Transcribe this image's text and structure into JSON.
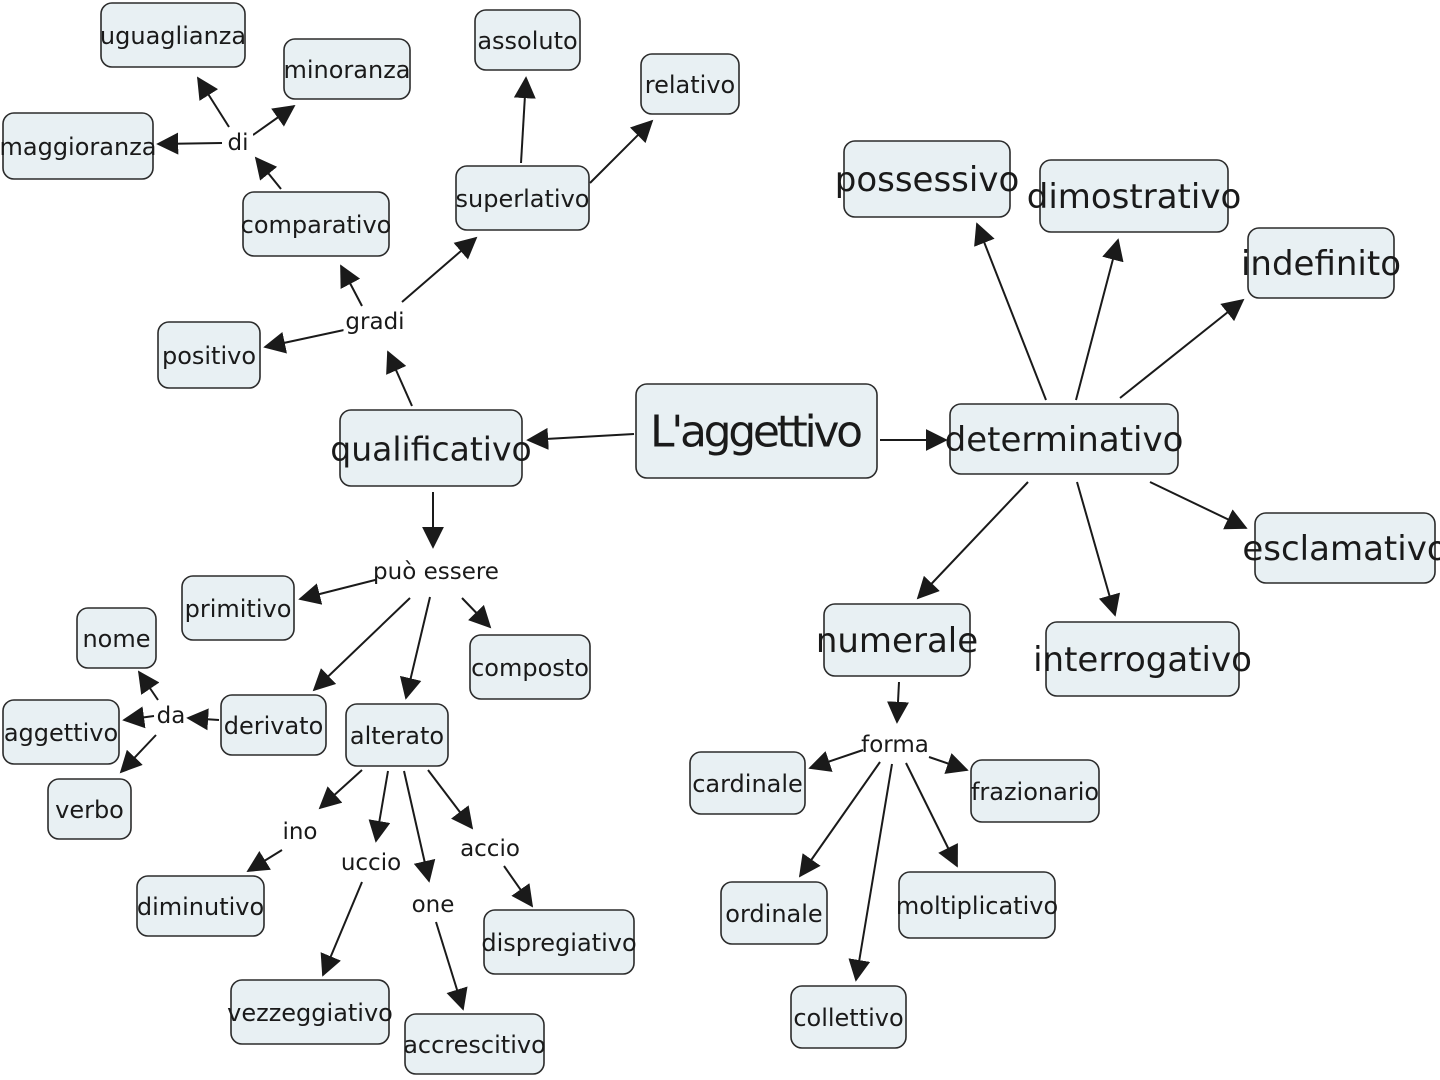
{
  "concept_map": {
    "root": "L'aggettivo",
    "nodes": {
      "root": "L'aggettivo",
      "qualificativo": "qualificativo",
      "determinativo": "determinativo",
      "positivo": "positivo",
      "comparativo": "comparativo",
      "superlativo": "superlativo",
      "maggioranza": "maggioranza",
      "uguaglianza": "uguaglianza",
      "minoranza": "minoranza",
      "assoluto": "assoluto",
      "relativo": "relativo",
      "primitivo": "primitivo",
      "composto": "composto",
      "derivato": "derivato",
      "alterato": "alterato",
      "nome": "nome",
      "aggettivo": "aggettivo",
      "verbo": "verbo",
      "diminutivo": "diminutivo",
      "vezzeggiativo": "vezzeggiativo",
      "accrescitivo": "accrescitivo",
      "dispregiativo": "dispregiativo",
      "possessivo": "possessivo",
      "dimostrativo": "dimostrativo",
      "indefinito": "indefinito",
      "esclamativo": "esclamativo",
      "interrogativo": "interrogativo",
      "numerale": "numerale",
      "cardinale": "cardinale",
      "frazionario": "frazionario",
      "ordinale": "ordinale",
      "moltiplicativo": "moltiplicativo",
      "collettivo": "collettivo"
    },
    "link_labels": {
      "gradi": "gradi",
      "di": "di",
      "puo_essere": "può essere",
      "da": "da",
      "ino": "ino",
      "uccio": "uccio",
      "one": "one",
      "accio": "accio",
      "forma": "forma"
    },
    "edges": [
      [
        "root",
        "qualificativo"
      ],
      [
        "root",
        "determinativo"
      ],
      [
        "qualificativo",
        "gradi"
      ],
      [
        "gradi",
        "positivo"
      ],
      [
        "gradi",
        "comparativo"
      ],
      [
        "gradi",
        "superlativo"
      ],
      [
        "comparativo",
        "di"
      ],
      [
        "di",
        "maggioranza"
      ],
      [
        "di",
        "uguaglianza"
      ],
      [
        "di",
        "minoranza"
      ],
      [
        "superlativo",
        "assoluto"
      ],
      [
        "superlativo",
        "relativo"
      ],
      [
        "qualificativo",
        "puo_essere"
      ],
      [
        "puo_essere",
        "primitivo"
      ],
      [
        "puo_essere",
        "composto"
      ],
      [
        "puo_essere",
        "derivato"
      ],
      [
        "puo_essere",
        "alterato"
      ],
      [
        "derivato",
        "da"
      ],
      [
        "da",
        "nome"
      ],
      [
        "da",
        "aggettivo"
      ],
      [
        "da",
        "verbo"
      ],
      [
        "alterato",
        "ino"
      ],
      [
        "ino",
        "diminutivo"
      ],
      [
        "alterato",
        "uccio"
      ],
      [
        "uccio",
        "vezzeggiativo"
      ],
      [
        "alterato",
        "one"
      ],
      [
        "one",
        "accrescitivo"
      ],
      [
        "alterato",
        "accio"
      ],
      [
        "accio",
        "dispregiativo"
      ],
      [
        "determinativo",
        "possessivo"
      ],
      [
        "determinativo",
        "dimostrativo"
      ],
      [
        "determinativo",
        "indefinito"
      ],
      [
        "determinativo",
        "esclamativo"
      ],
      [
        "determinativo",
        "interrogativo"
      ],
      [
        "determinativo",
        "numerale"
      ],
      [
        "numerale",
        "forma"
      ],
      [
        "forma",
        "cardinale"
      ],
      [
        "forma",
        "frazionario"
      ],
      [
        "forma",
        "ordinale"
      ],
      [
        "forma",
        "moltiplicativo"
      ],
      [
        "forma",
        "collettivo"
      ]
    ]
  },
  "colors": {
    "node_fill": "#e8f0f3",
    "node_stroke": "#2b2b2b",
    "edge": "#1a1a1a",
    "background": "#ffffff"
  }
}
